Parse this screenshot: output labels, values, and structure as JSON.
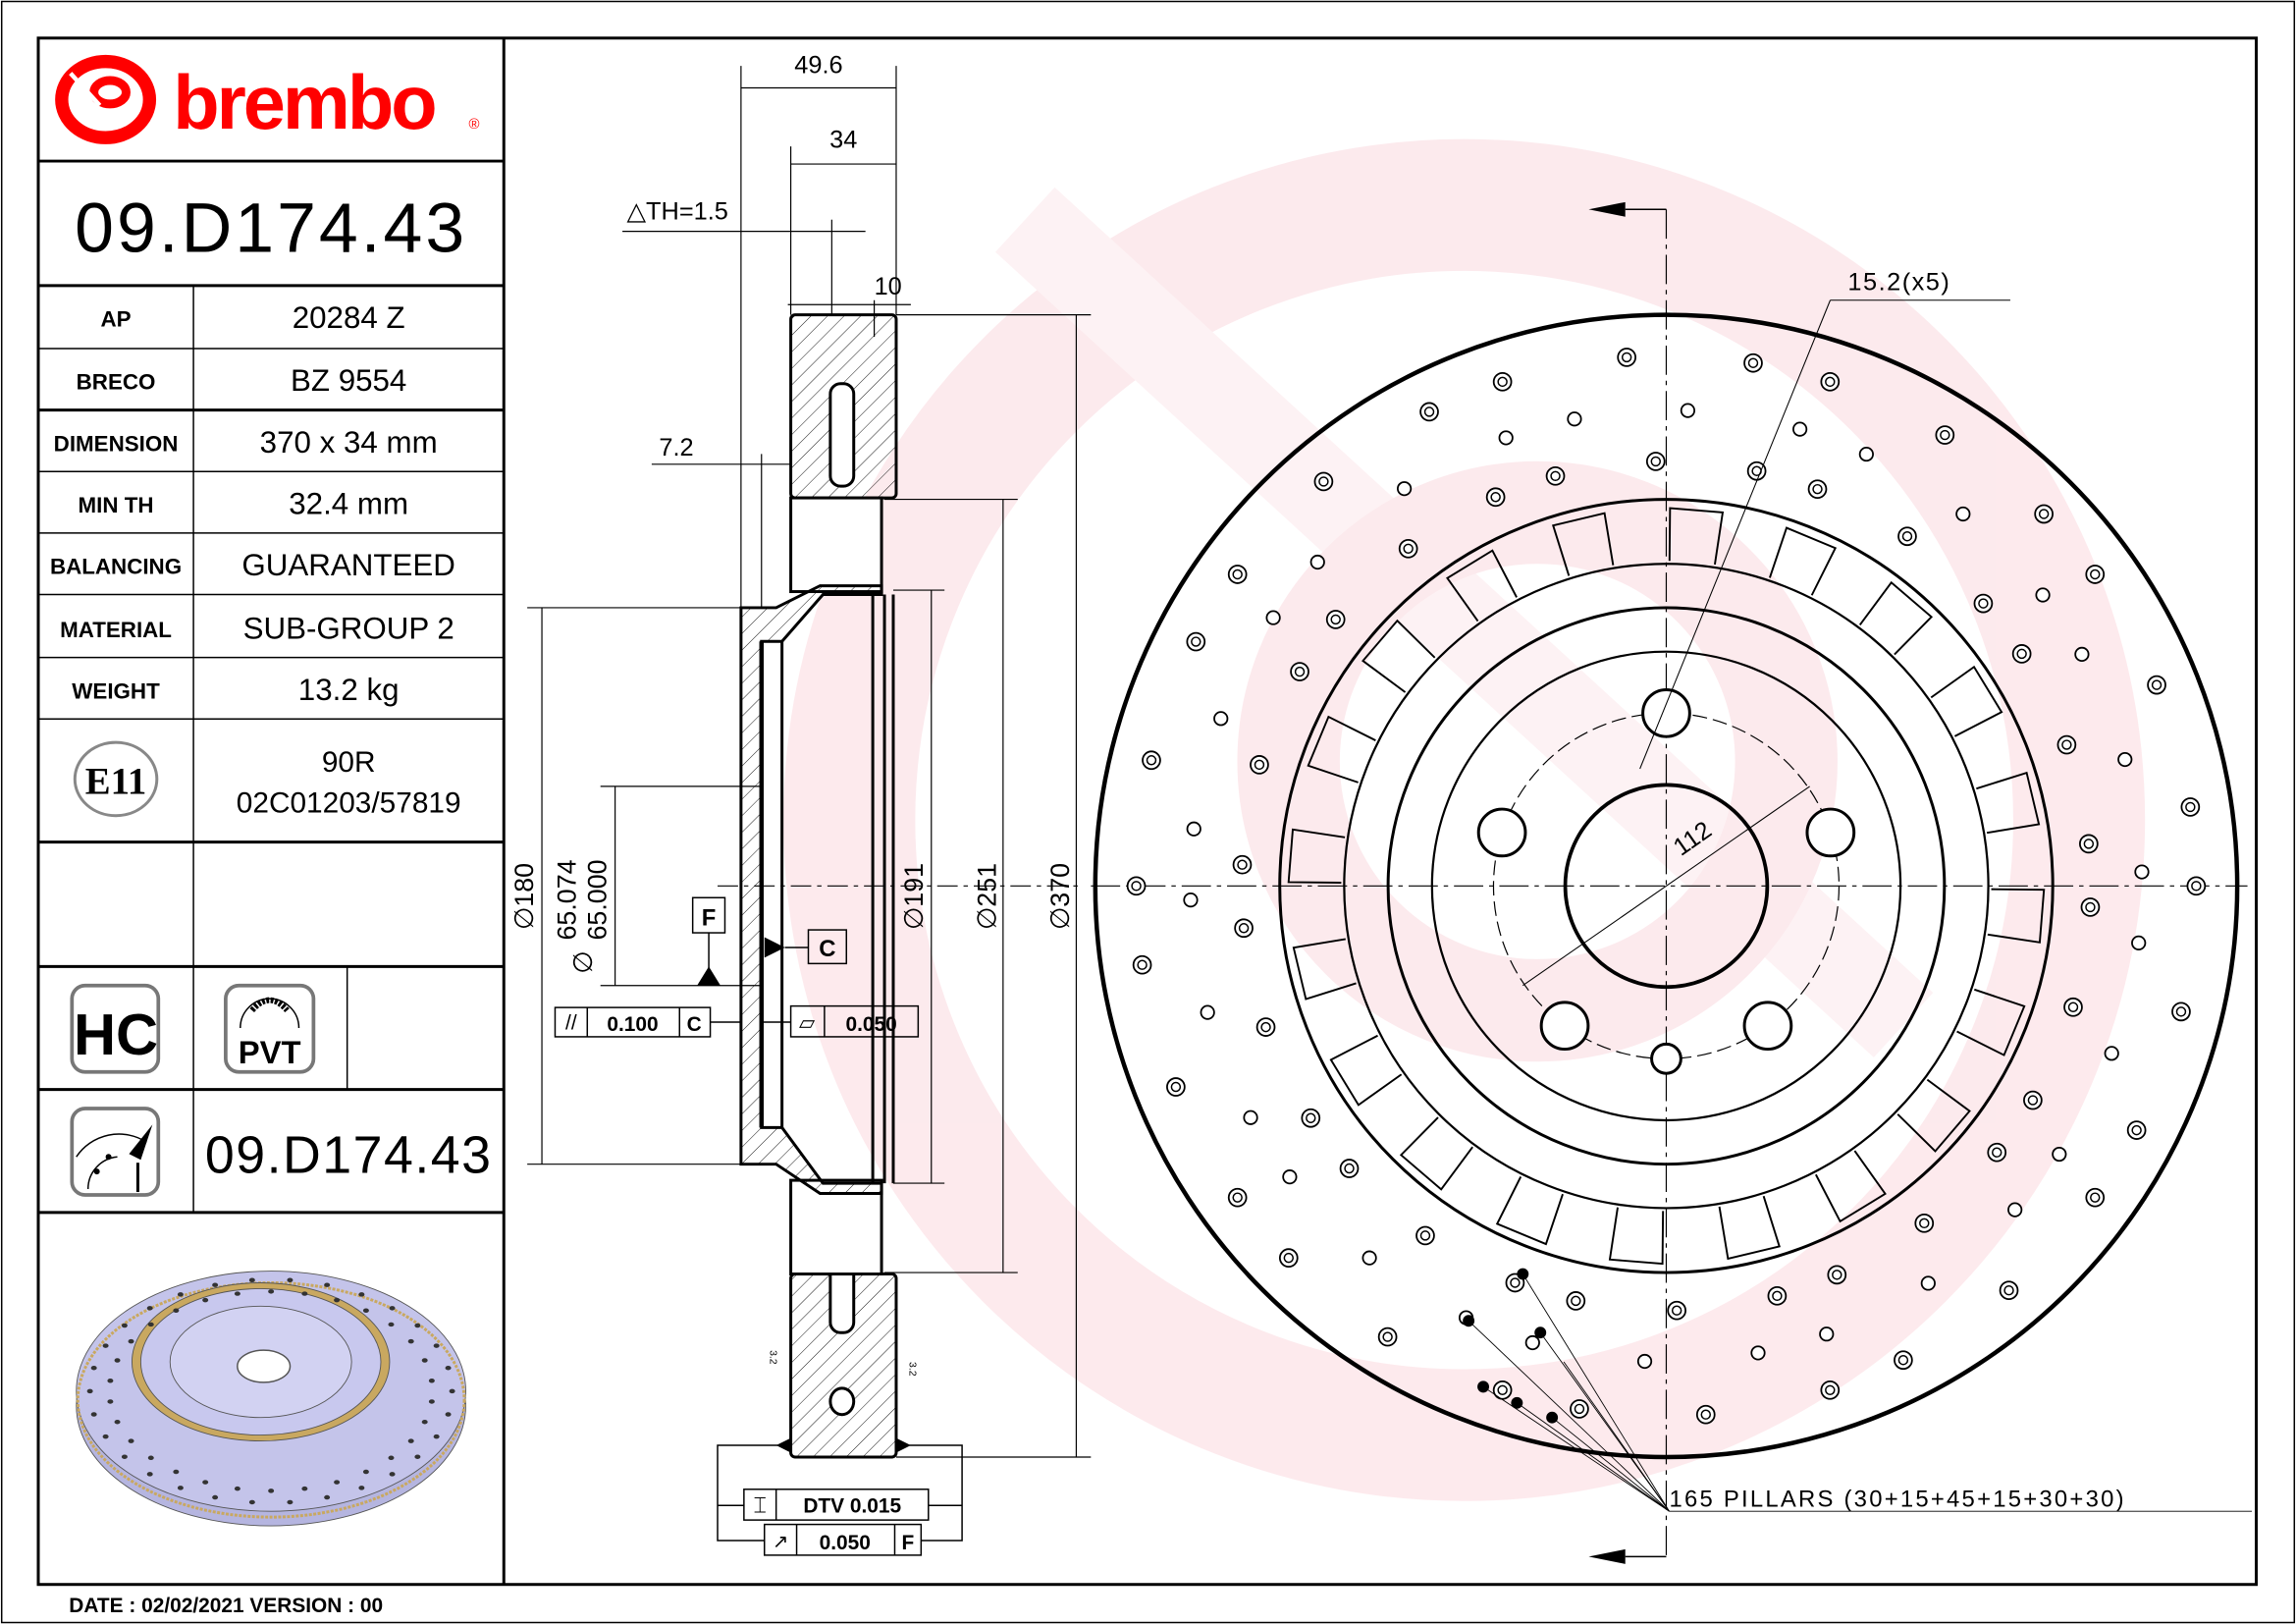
{
  "logo": {
    "brand": "brembo",
    "registered": "®",
    "color": "#ff0000"
  },
  "title_block": {
    "part_number": "09.D174.43",
    "rows": [
      {
        "label": "AP",
        "value": "20284 Z"
      },
      {
        "label": "BRECO",
        "value": "BZ 9554"
      },
      {
        "label": "DIMENSION",
        "value": "370 x 34 mm"
      },
      {
        "label": "MIN TH",
        "value": "32.4 mm"
      },
      {
        "label": "BALANCING",
        "value": "GUARANTEED"
      },
      {
        "label": "MATERIAL",
        "value": "SUB-GROUP 2"
      },
      {
        "label": "WEIGHT",
        "value": "13.2 kg"
      }
    ],
    "approval": {
      "mark": "E11",
      "line1": "90R",
      "line2": "02C01203/57819"
    },
    "badges": {
      "hc": "HC",
      "pvt": "PVT"
    },
    "part_number_repeat": "09.D174.43",
    "footer": "DATE : 02/02/2021 VERSION : 00"
  },
  "section_view": {
    "dim_overall_width": "49.6",
    "dim_thickness": "34",
    "dim_delta_th": "△TH=1.5",
    "dim_10": "10",
    "dim_7_2": "7.2",
    "dia_180": "∅180",
    "dia_65_max": "65.074",
    "dia_65_min": "65.000",
    "dia_65_symbol": "∅",
    "dia_191": "∅191",
    "dia_251": "∅251",
    "dia_370": "∅370",
    "datum_f": "F",
    "datum_c": "C",
    "parallelism": {
      "symbol": "//",
      "value": "0.100",
      "datum": "C"
    },
    "flatness": {
      "symbol": "▱",
      "value": "0.050"
    },
    "dtv": {
      "symbol": "⌶",
      "value": "DTV 0.015"
    },
    "runout": {
      "symbol": "↗",
      "value": "0.050",
      "datum": "F"
    },
    "roughness": "3.2"
  },
  "front_view": {
    "holes_label": "15.2(x5)",
    "pcd_label": "112",
    "pillars_label": "165 PILLARS (30+15+45+15+30+30)"
  },
  "colors": {
    "watermark": "#fbe6ea",
    "render_disc": "#c4c4ea",
    "render_vanes": "#c9a860"
  }
}
